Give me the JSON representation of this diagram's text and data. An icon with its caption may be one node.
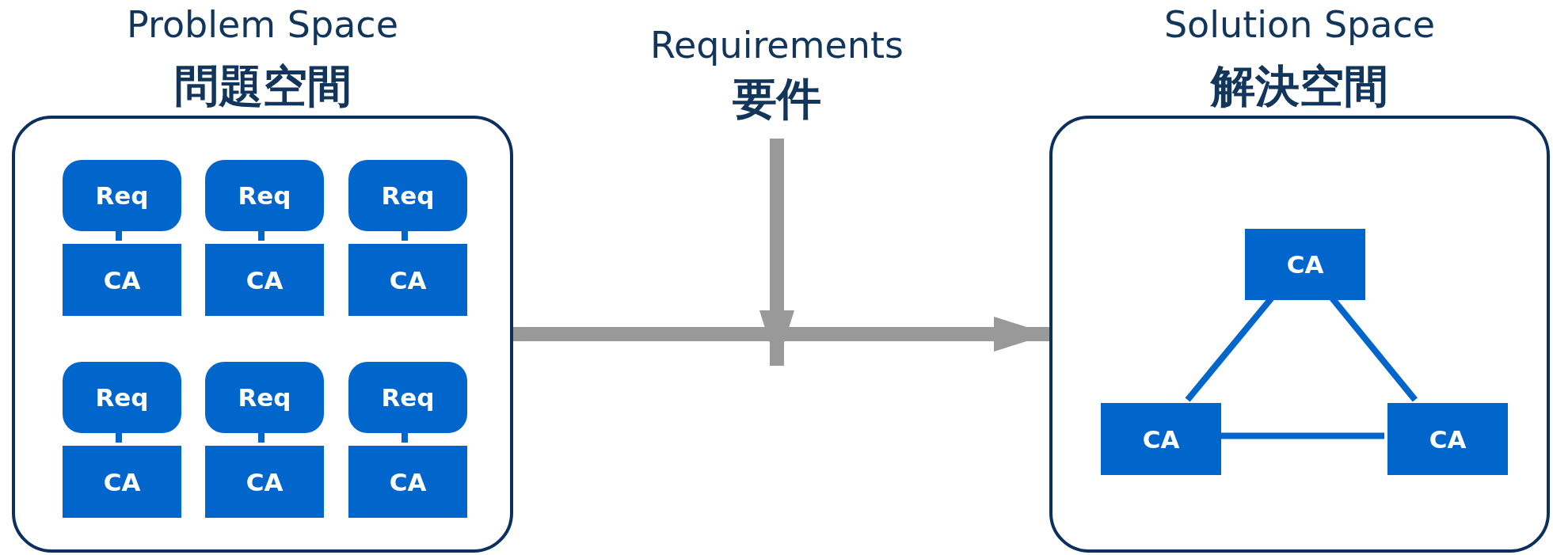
{
  "diagram": {
    "nodes": [
      {
        "text": [
          "Problem Space",
          "問題空間"
        ]
      },
      {
        "text": [
          "Req"
        ],
        "in": 0
      },
      {
        "text": [
          "Req"
        ],
        "in": 0
      },
      {
        "text": [
          "Req"
        ],
        "in": 0
      },
      {
        "text": [
          "CA"
        ],
        "in": 0
      },
      {
        "text": [
          "CA"
        ],
        "in": 0
      },
      {
        "text": [
          "CA"
        ],
        "in": 0
      },
      {
        "text": [
          "Req"
        ],
        "in": 0
      },
      {
        "text": [
          "Req"
        ],
        "in": 0
      },
      {
        "text": [
          "Req"
        ],
        "in": 0
      },
      {
        "text": [
          "CA"
        ],
        "in": 0
      },
      {
        "text": [
          "CA"
        ],
        "in": 0
      },
      {
        "text": [
          "CA"
        ],
        "in": 0
      },
      {
        "text": [
          "Requirements",
          "要件"
        ]
      },
      {
        "text": [
          "Solution Space",
          "解決空間"
        ]
      },
      {
        "text": [
          "CA"
        ],
        "in": 14
      },
      {
        "text": [
          "CA"
        ],
        "in": 14
      },
      {
        "text": [
          "CA"
        ],
        "in": 14
      }
    ],
    "edges": [
      {
        "from": 1,
        "to": 4,
        "arrow": "none"
      },
      {
        "from": 2,
        "to": 5,
        "arrow": "none"
      },
      {
        "from": 3,
        "to": 6,
        "arrow": "none"
      },
      {
        "from": 7,
        "to": 10,
        "arrow": "none"
      },
      {
        "from": 8,
        "to": 11,
        "arrow": "none"
      },
      {
        "from": 9,
        "to": 12,
        "arrow": "none"
      },
      {
        "from": 0,
        "to": 14,
        "arrow": "to",
        "style": "thick",
        "color": "#999999"
      },
      {
        "from": 13,
        "to": null,
        "arrow": "to",
        "style": "thick",
        "color": "#999999"
      },
      {
        "from": 15,
        "to": 16,
        "arrow": "none"
      },
      {
        "from": 15,
        "to": 17,
        "arrow": "none"
      },
      {
        "from": 16,
        "to": 17,
        "arrow": "none"
      }
    ]
  }
}
